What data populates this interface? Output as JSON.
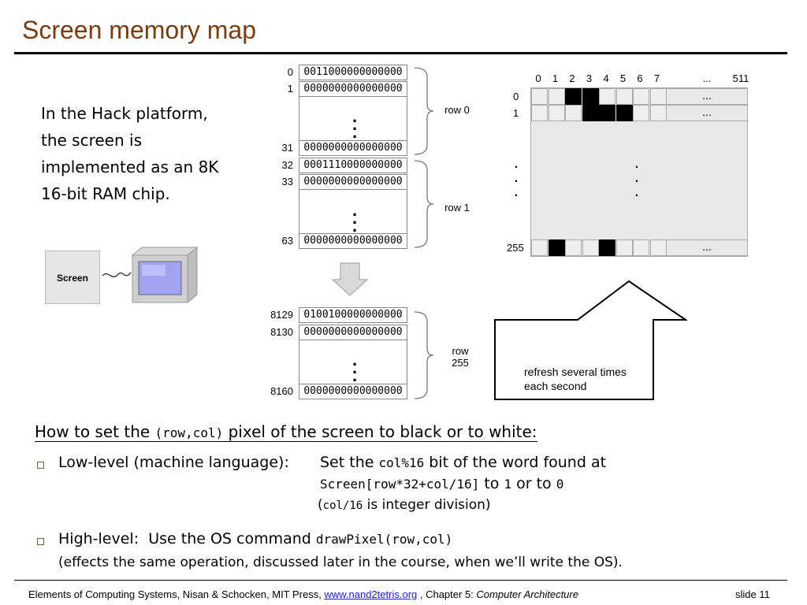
{
  "title": "Screen memory map",
  "intro_lines": [
    "In the Hack platform,",
    "the screen is",
    "implemented as an 8K",
    "16-bit RAM chip."
  ],
  "screen_chip_label": "Screen",
  "memory": {
    "rows": [
      {
        "index": "0",
        "value": "0011000000000000"
      },
      {
        "index": "1",
        "value": "0000000000000000"
      },
      {
        "index": "31",
        "value": "0000000000000000"
      },
      {
        "index": "32",
        "value": "0001110000000000"
      },
      {
        "index": "33",
        "value": "0000000000000000"
      },
      {
        "index": "63",
        "value": "0000000000000000"
      },
      {
        "index": "8129",
        "value": "0100100000000000"
      },
      {
        "index": "8130",
        "value": "0000000000000000"
      },
      {
        "index": "8160",
        "value": "0000000000000000"
      }
    ],
    "ellipsis": ".",
    "brace_labels": [
      "row 0",
      "row 1",
      "row",
      "255"
    ]
  },
  "screen_grid": {
    "col_labels": [
      "0",
      "1",
      "2",
      "3",
      "4",
      "5",
      "6",
      "7",
      "...",
      "511"
    ],
    "row_labels": [
      "0",
      "1",
      "255"
    ],
    "row_ellipsis": "...",
    "vertical_dots": ".",
    "rows_black": [
      [
        2,
        3
      ],
      [
        3,
        4,
        5
      ],
      [
        1,
        4
      ]
    ]
  },
  "refresh_label_line1": "refresh several times",
  "refresh_label_line2": "each second",
  "how_to": {
    "heading_pre": "How to set the ",
    "heading_code": "(row,col)",
    "heading_post": " pixel of the screen to black or to white:",
    "low_label": "Low-level (machine language):",
    "low_set": "Set the ",
    "low_code1": "col%16",
    "low_rest": " bit of the word found at",
    "low_code2": "Screen[row*32+col/16]",
    "low_to": " to ",
    "low_one": "1",
    "low_or": " or to ",
    "low_zero": "0",
    "low_paren_open": "(",
    "low_code3": "col/16",
    "low_paren_rest": " is integer division)",
    "high_label": "High-level:",
    "high_use": "Use the OS command ",
    "high_code": "drawPixel(row,col)",
    "high_note": "(effects the same operation, discussed later in the course, when we’ll write the OS)."
  },
  "footer": {
    "text_pre": "Elements of Computing Systems, Nisan & Schocken, MIT Press, ",
    "link": "www.nand2tetris.org",
    "text_mid": " , Chapter 5: ",
    "chapter": "Computer Architecture",
    "slide": "slide 11"
  }
}
